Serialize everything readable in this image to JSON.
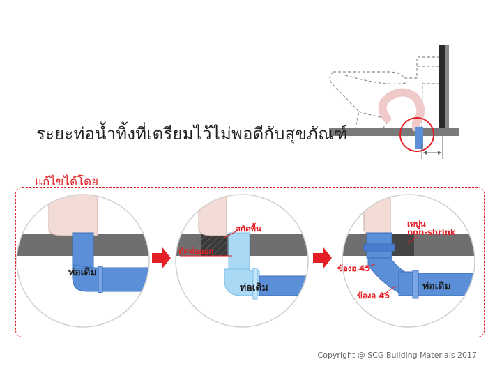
{
  "headline": "ระยะท่อน้ำทิ้งที่เตรียมไว้ไม่พอดีกับสุขภัณฑ์",
  "fix_title": "แก้ไขได้โดย",
  "panel1": {
    "pipe_label": "ท่อเดิม"
  },
  "panel2": {
    "cut_floor_label": "สกัดพื้น",
    "cut_pipe_label": "ตัดท่อออก",
    "pipe_label": "ท่อเดิม"
  },
  "panel3": {
    "mortar_label": "เทปูน",
    "mortar_sub_label": "non-shrink",
    "elbow_label_1": "ข้องอ 45",
    "elbow_label_2": "ข้องอ 45",
    "pipe_label": "ท่อเดิม"
  },
  "copyright": "Copyright  @ SCG Building Materials 2017",
  "colors": {
    "accent": "#e31e24",
    "pipe": "#5b8fd8",
    "pipe_light": "#a9d9f5",
    "floor": "#6e6e6e",
    "skin": "#f1d9d2"
  }
}
